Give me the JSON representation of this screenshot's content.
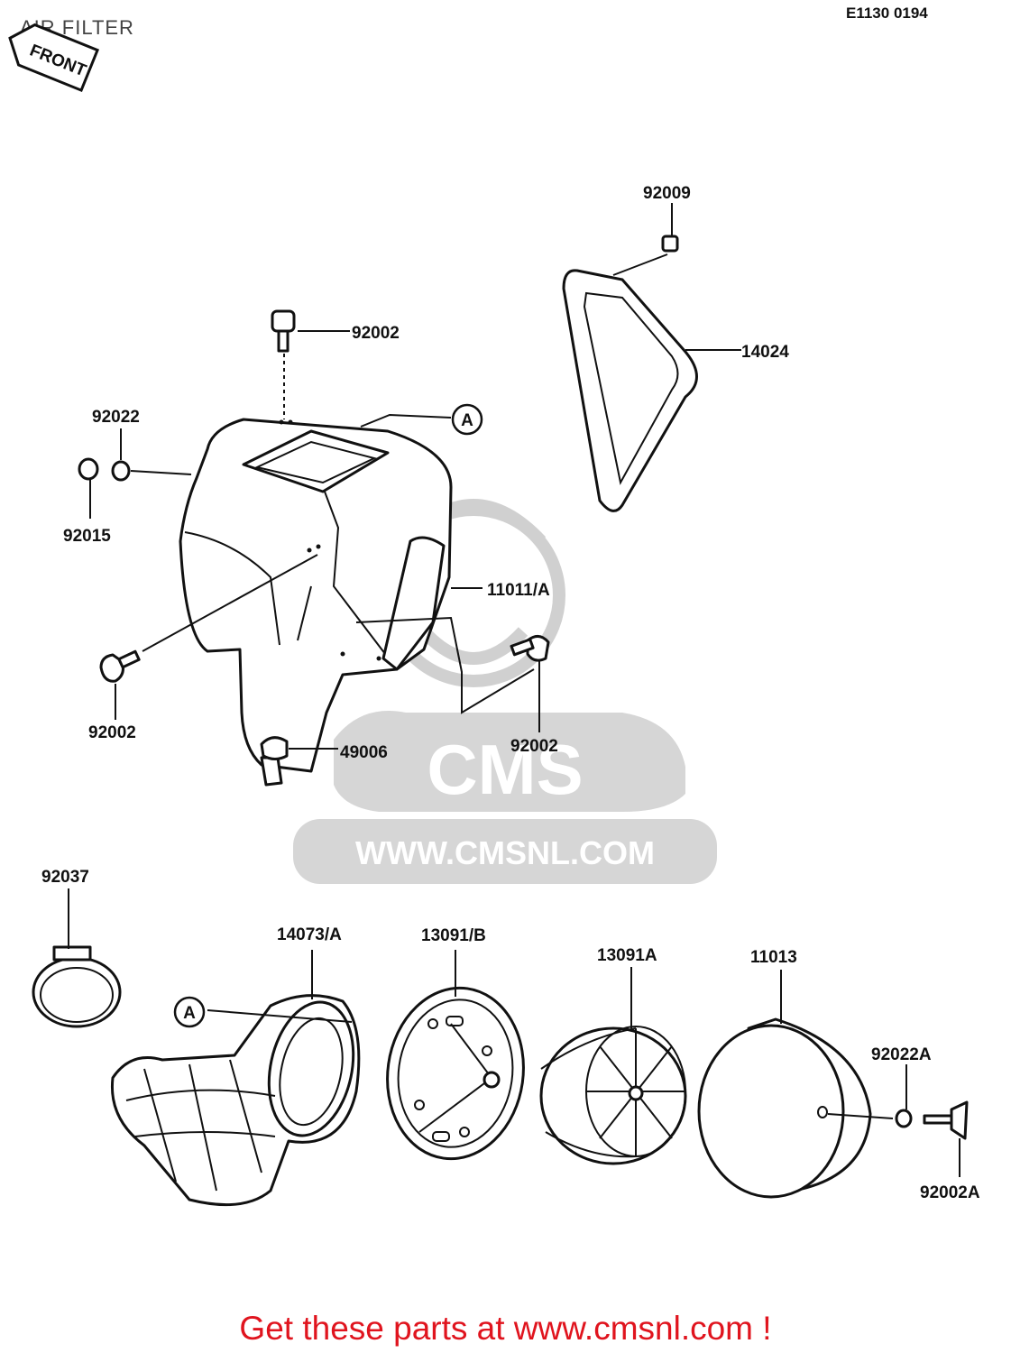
{
  "title": "AIR FILTER",
  "diagram_code": "E1130 0194",
  "front_label": "FRONT",
  "reference_marker": "A",
  "watermark": {
    "brand": "CMS",
    "url": "WWW.CMSNL.COM"
  },
  "parts": [
    {
      "id": "p92009",
      "number": "92009"
    },
    {
      "id": "p14024",
      "number": "14024"
    },
    {
      "id": "p92002_top",
      "number": "92002"
    },
    {
      "id": "p92022",
      "number": "92022"
    },
    {
      "id": "p92015",
      "number": "92015"
    },
    {
      "id": "p11011",
      "number": "11011/A"
    },
    {
      "id": "p92002_left",
      "number": "92002"
    },
    {
      "id": "p49006",
      "number": "49006"
    },
    {
      "id": "p92002_right",
      "number": "92002"
    },
    {
      "id": "p92037",
      "number": "92037"
    },
    {
      "id": "p14073",
      "number": "14073/A"
    },
    {
      "id": "p13091b",
      "number": "13091/B"
    },
    {
      "id": "p13091a",
      "number": "13091A"
    },
    {
      "id": "p11013",
      "number": "11013"
    },
    {
      "id": "p92022a",
      "number": "92022A"
    },
    {
      "id": "p92002a",
      "number": "92002A"
    }
  ],
  "footer_text": "Get these parts at www.cmsnl.com !"
}
